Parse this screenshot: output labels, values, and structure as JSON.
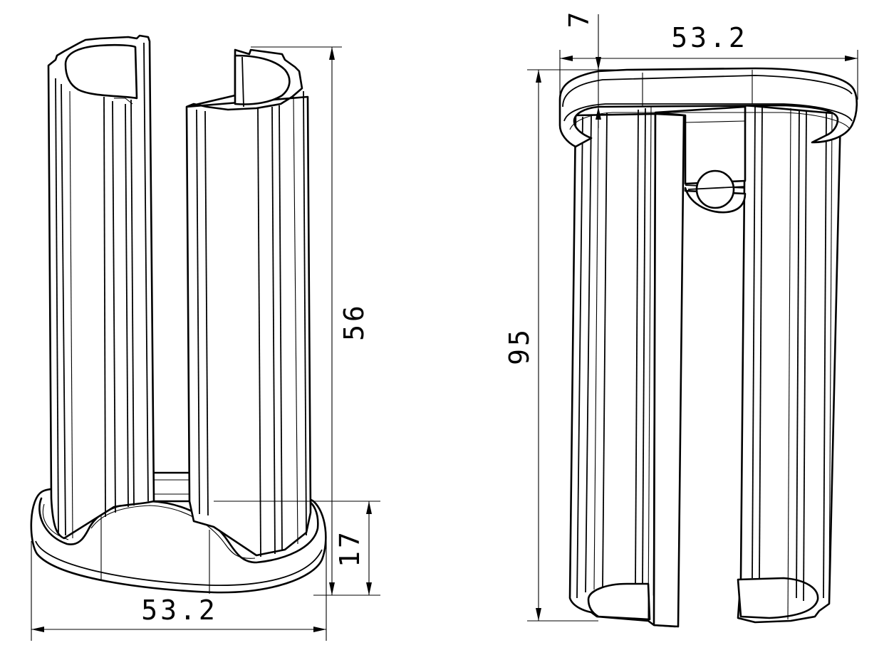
{
  "views": {
    "left": {
      "width_label": "53.2",
      "height_label": "56",
      "base_label": "17"
    },
    "right": {
      "width_label": "53.2",
      "height_label": "95",
      "rim_label": "7"
    }
  },
  "colors": {
    "line": "#000000",
    "background": "#ffffff"
  }
}
